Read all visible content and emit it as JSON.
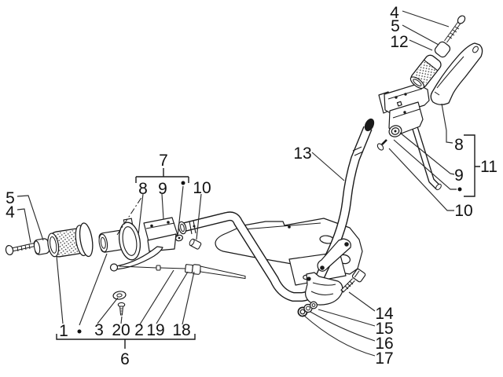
{
  "diagram": {
    "kind": "exploded-parts-diagram",
    "subject": "handlebar-assembly",
    "background": "#ffffff",
    "line_color": "#1a1a1a",
    "label_color": "#111111"
  },
  "callouts": {
    "c5_left": "5",
    "c4_left": "4",
    "c1": "1",
    "c3": "3",
    "c20": "20",
    "c2": "2",
    "c19": "19",
    "c18": "18",
    "c6": "6",
    "c7": "7",
    "c8_left": "8",
    "c9_left": "9",
    "c10_left": "10",
    "c13": "13",
    "c4_right": "4",
    "c5_right": "5",
    "c12": "12",
    "c8_right": "8",
    "c9_right": "9",
    "c10_right": "10",
    "c11": "11",
    "c14": "14",
    "c15": "15",
    "c16": "16",
    "c17": "17"
  },
  "parts": {
    "1": "hand-grip",
    "2": "cable-wire",
    "3": "washer",
    "4": "screw",
    "5": "end-cap",
    "6": "left-control-group",
    "7": "brake-pump-group",
    "8": "clamp-half",
    "9": "brake-pump-body",
    "10": "screw-fitting",
    "11": "right-control-group",
    "12": "throttle-grip",
    "13": "handlebar-tube",
    "14": "clamp-bolt",
    "15": "lower-clamp",
    "16": "washer",
    "17": "nut",
    "18": "cable-end",
    "19": "cable-adjuster",
    "20": "screw"
  }
}
